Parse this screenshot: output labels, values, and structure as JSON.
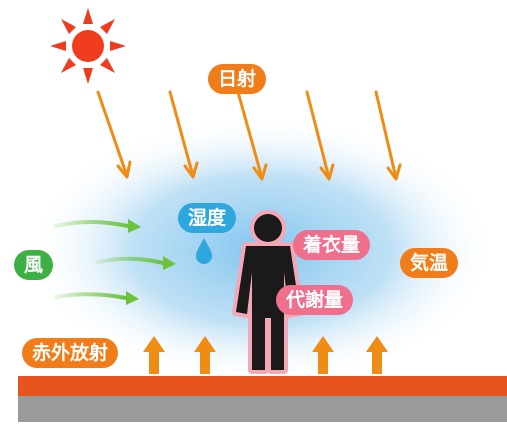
{
  "labels": {
    "sunlight": "日射",
    "wind": "風",
    "humidity": "湿度",
    "clothing": "着衣量",
    "air_temperature": "気温",
    "metabolism": "代謝量",
    "infrared_radiation": "赤外放射"
  },
  "icons": [
    "sun-icon",
    "water-drop-icon",
    "person-icon"
  ],
  "colors": {
    "sun": "#ef3b1e",
    "sun_arrow": "#ef8c14",
    "up_arrow": "#ef8c14",
    "wind_arrow": "#6cc23a",
    "orange_label": "#f07d1a",
    "green_label": "#3cb043",
    "blue_label": "#2ea7df",
    "pink_label": "#ef6f8c",
    "ground_top": "#e8541e",
    "ground_base": "#9a9a9a",
    "person": "#1a1a1a",
    "person_outline": "#f4a8b6",
    "glow": "#a9d6f2"
  }
}
